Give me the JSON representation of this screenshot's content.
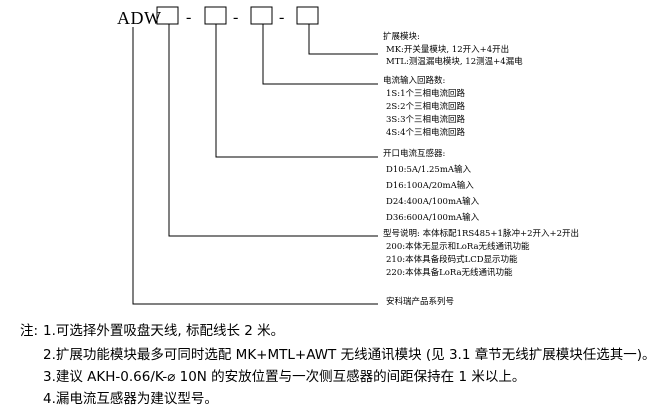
{
  "model_prefix": "ADW",
  "separator": "-",
  "groups": {
    "expansion": {
      "heading": "扩展模块:",
      "items": [
        "MK:开关量模块, 12开入+4开出",
        "MTL:测温漏电模块, 12测温+4漏电"
      ]
    },
    "circuits": {
      "heading": "电流输入回路数:",
      "items": [
        "1S:1个三相电流回路",
        "2S:2个三相电流回路",
        "3S:3个三相电流回路",
        "4S:4个三相电流回路"
      ]
    },
    "ct": {
      "heading": "开口电流互感器:",
      "items": [
        "D10:5A/1.25mA输入",
        "D16:100A/20mA输入",
        "D24:400A/100mA输入",
        "D36:600A/100mA输入"
      ]
    },
    "model": {
      "heading": "型号说明: 本体标配1RS485+1脉冲+2开入+2开出",
      "items": [
        "200:本体无显示和LoRa无线通讯功能",
        "210:本体具备段码式LCD显示功能",
        "220:本体具备LoRa无线通讯功能"
      ]
    },
    "series": {
      "heading": "安科瑞产品系列号"
    }
  },
  "notes": {
    "lead": "注:",
    "items": [
      "1.可选择外置吸盘天线, 标配线长 2 米。",
      "2.扩展功能模块最多可同时选配 MK+MTL+AWT 无线通讯模块 (见 3.1 章节无线扩展模块任选其一)。",
      "3.建议 AKH-0.66/K-⌀ 10N 的安放位置与一次侧互感器的间距保持在 1 米以上。",
      "4.漏电流互感器为建议型号。"
    ]
  }
}
